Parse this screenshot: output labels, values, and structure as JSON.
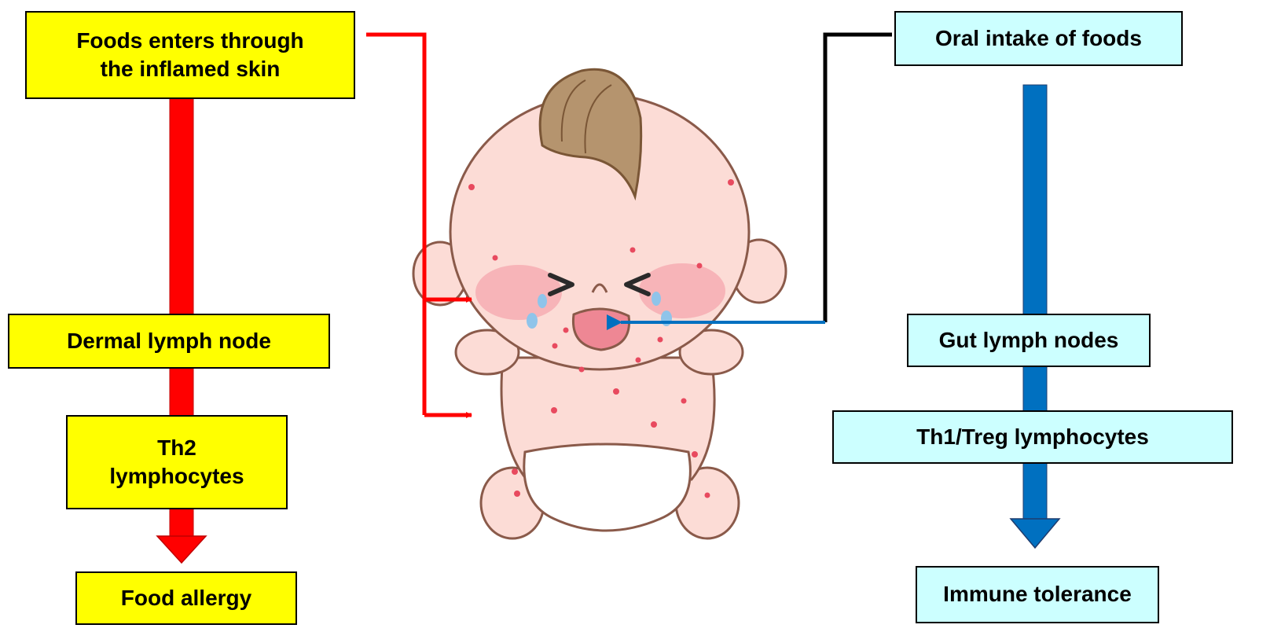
{
  "colors": {
    "allergy_box": "#ffff00",
    "tolerance_box": "#ccffff",
    "skin_path": "#ff0000",
    "oral_path": "#0070c0",
    "connector": "#000000"
  },
  "skin_pathway": {
    "entry": "Foods enters through\nthe inflamed skin",
    "node": "Dermal lymph node",
    "cells": "Th2\nlymphocytes",
    "outcome": "Food allergy"
  },
  "oral_pathway": {
    "entry": "Oral intake of foods",
    "node": "Gut lymph nodes",
    "cells": "Th1/Treg lymphocytes",
    "outcome": "Immune tolerance"
  },
  "illustration": {
    "subject": "crying baby with eczema rash",
    "icon": "baby-illustration"
  }
}
